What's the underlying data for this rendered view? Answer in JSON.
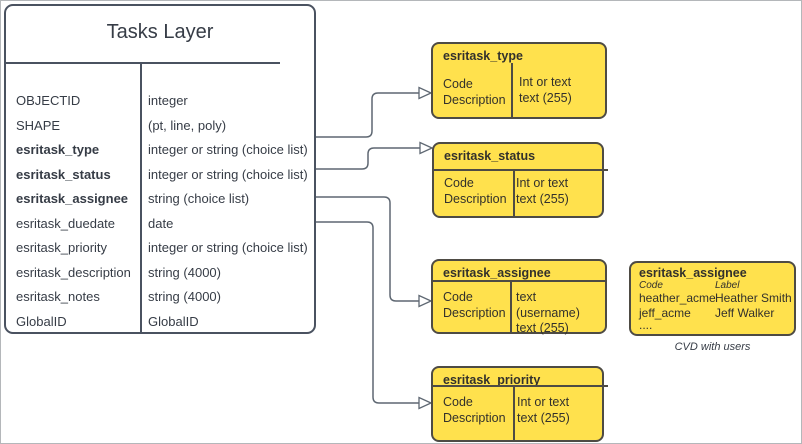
{
  "colors": {
    "yellow_fill": "#FFE14D",
    "yellow_border": "#4E4B44",
    "table_border": "#4A5260",
    "connector": "#5E6772",
    "text": "#363C46"
  },
  "tasks_table": {
    "title": "Tasks Layer",
    "fields": [
      {
        "name": "OBJECTID",
        "type": "integer",
        "bold": false
      },
      {
        "name": "SHAPE",
        "type": "(pt, line, poly)",
        "bold": false
      },
      {
        "name": "esritask_type",
        "type": "integer or string (choice list)",
        "bold": true
      },
      {
        "name": "esritask_status",
        "type": "integer or string (choice list)",
        "bold": true
      },
      {
        "name": "esritask_assignee",
        "type": "string (choice list)",
        "bold": true
      },
      {
        "name": "esritask_duedate",
        "type": "date",
        "bold": false
      },
      {
        "name": "esritask_priority",
        "type": "integer or string (choice list)",
        "bold": false
      },
      {
        "name": "esritask_description",
        "type": "string (4000)",
        "bold": false
      },
      {
        "name": "esritask_notes",
        "type": "string (4000)",
        "bold": false
      },
      {
        "name": "GlobalID",
        "type": "GlobalID",
        "bold": false
      }
    ]
  },
  "domains": [
    {
      "title": "esritask_type",
      "left": "Code\nDescription",
      "right": "Int or text\ntext (255)"
    },
    {
      "title": "esritask_status",
      "left": "Code\nDescription",
      "right": "Int or text\ntext (255)"
    },
    {
      "title": "esritask_assignee",
      "left": "Code\nDescription",
      "right": "text  (username)\ntext (255)"
    },
    {
      "title": "esritask_priority",
      "left": "Code\nDescription",
      "right": "Int or text\ntext (255)"
    }
  ],
  "assignee_cvd": {
    "title": "esritask_assignee",
    "col_headers": [
      "Code",
      "Label"
    ],
    "rows": [
      {
        "code": "heather_acme",
        "label": "Heather Smith"
      },
      {
        "code": "jeff_acme",
        "label": "Jeff Walker"
      },
      {
        "code": "....",
        "label": ""
      }
    ],
    "caption": "CVD with users"
  }
}
